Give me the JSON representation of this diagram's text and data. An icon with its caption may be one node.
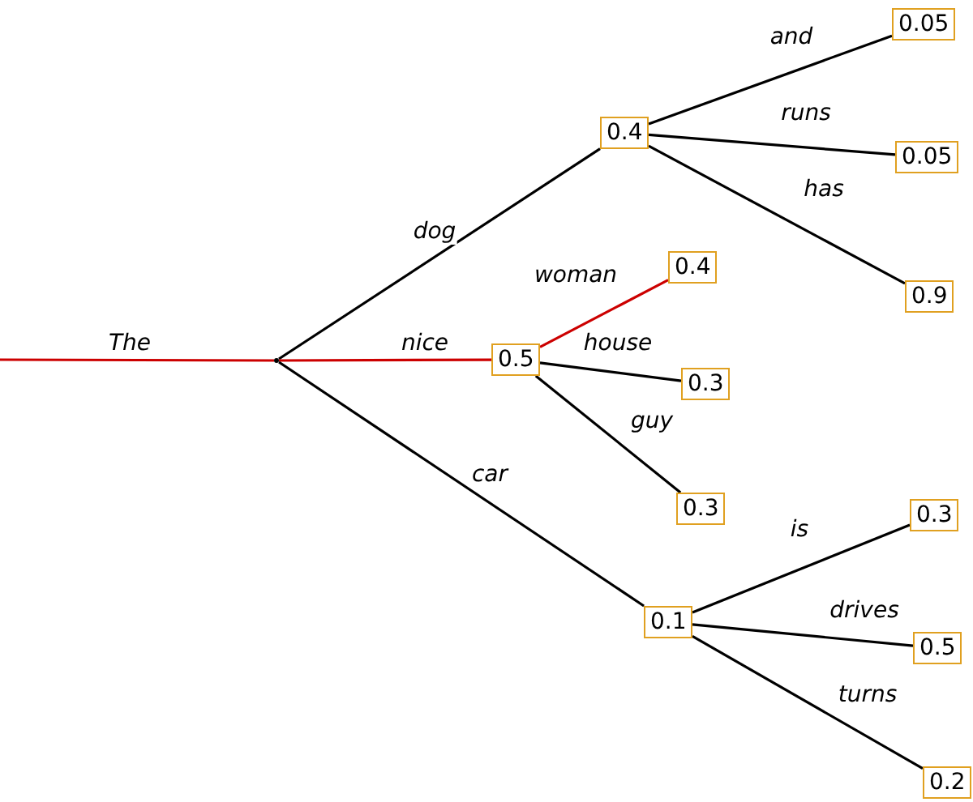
{
  "diagram": {
    "nodes": [
      {
        "text": [],
        "shape": "dot"
      },
      {
        "text": [
          "0.4"
        ]
      },
      {
        "text": [
          "0.5"
        ]
      },
      {
        "text": [
          "0.1"
        ]
      },
      {
        "text": [
          "0.05"
        ]
      },
      {
        "text": [
          "0.05"
        ]
      },
      {
        "text": [
          "0.9"
        ]
      },
      {
        "text": [
          "0.4"
        ]
      },
      {
        "text": [
          "0.3"
        ]
      },
      {
        "text": [
          "0.3"
        ]
      },
      {
        "text": [
          "0.3"
        ]
      },
      {
        "text": [
          "0.5"
        ]
      },
      {
        "text": [
          "0.2"
        ]
      }
    ],
    "edges": [
      {
        "from": null,
        "to": 0,
        "arrow": "none",
        "label": "The",
        "color": "#cc0000"
      },
      {
        "from": 0,
        "to": 1,
        "arrow": "none",
        "label": "dog"
      },
      {
        "from": 0,
        "to": 2,
        "arrow": "none",
        "label": "nice",
        "color": "#cc0000"
      },
      {
        "from": 0,
        "to": 3,
        "arrow": "none",
        "label": "car"
      },
      {
        "from": 1,
        "to": 4,
        "arrow": "none",
        "label": "and"
      },
      {
        "from": 1,
        "to": 5,
        "arrow": "none",
        "label": "runs"
      },
      {
        "from": 1,
        "to": 6,
        "arrow": "none",
        "label": "has"
      },
      {
        "from": 2,
        "to": 7,
        "arrow": "none",
        "label": "woman",
        "color": "#cc0000"
      },
      {
        "from": 2,
        "to": 8,
        "arrow": "none",
        "label": "house"
      },
      {
        "from": 2,
        "to": 9,
        "arrow": "none",
        "label": "guy"
      },
      {
        "from": 3,
        "to": 10,
        "arrow": "none",
        "label": "is"
      },
      {
        "from": 3,
        "to": 11,
        "arrow": "none",
        "label": "drives"
      },
      {
        "from": 3,
        "to": 12,
        "arrow": "none",
        "label": "turns"
      }
    ]
  }
}
